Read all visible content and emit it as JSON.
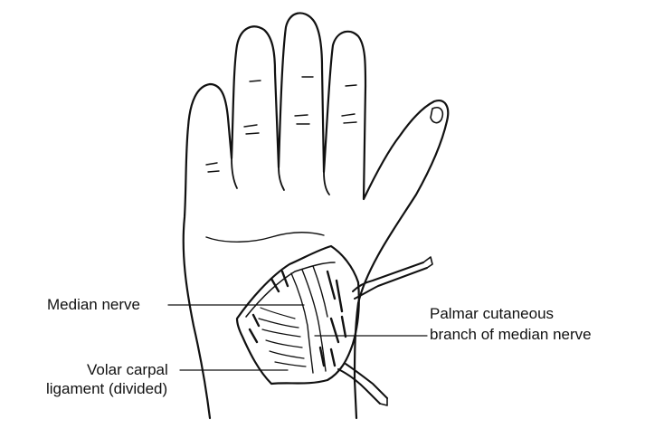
{
  "figure": {
    "labels": {
      "median_nerve": "Median nerve",
      "volar_carpal_line1": "Volar carpal",
      "volar_carpal_line2": "ligament (divided)",
      "palmar_line1": "Palmar cutaneous",
      "palmar_line2": "branch of median nerve"
    },
    "colors": {
      "ink": "#111111",
      "background": "#ffffff"
    }
  }
}
